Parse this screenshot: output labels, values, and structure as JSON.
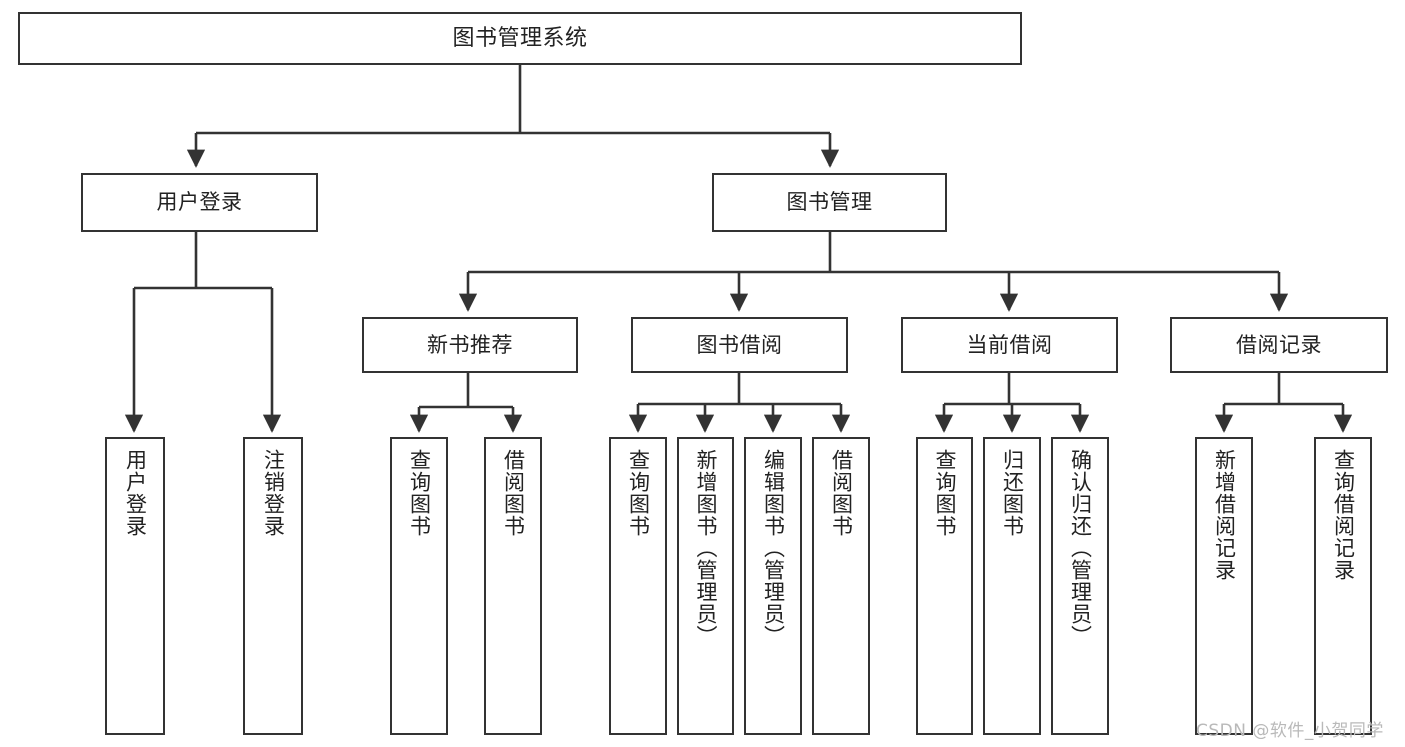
{
  "diagram": {
    "title": "图书管理系统",
    "type": "tree-hierarchy",
    "root": {
      "label": "图书管理系统"
    },
    "level2": [
      {
        "label": "用户登录"
      },
      {
        "label": "图书管理"
      }
    ],
    "level3": [
      {
        "label": "新书推荐"
      },
      {
        "label": "图书借阅"
      },
      {
        "label": "当前借阅"
      },
      {
        "label": "借阅记录"
      }
    ],
    "leaves": {
      "user_login": [
        {
          "label": "用户登录"
        },
        {
          "label": "注销登录"
        }
      ],
      "new_book_recommend": [
        {
          "label": "查询图书"
        },
        {
          "label": "借阅图书"
        }
      ],
      "book_borrow": [
        {
          "label": "查询图书"
        },
        {
          "label": "新增图书（管理员）"
        },
        {
          "label": "编辑图书（管理员）"
        },
        {
          "label": "借阅图书"
        }
      ],
      "current_borrow": [
        {
          "label": "查询图书"
        },
        {
          "label": "归还图书"
        },
        {
          "label": "确认归还（管理员）"
        }
      ],
      "borrow_record": [
        {
          "label": "新增借阅记录"
        },
        {
          "label": "查询借阅记录"
        }
      ]
    }
  },
  "watermark": {
    "text": "CSDN @软件_小贺同学"
  },
  "colors": {
    "border": "#333333",
    "text": "#222222",
    "background": "#ffffff",
    "watermark": "#b9b9b9"
  }
}
